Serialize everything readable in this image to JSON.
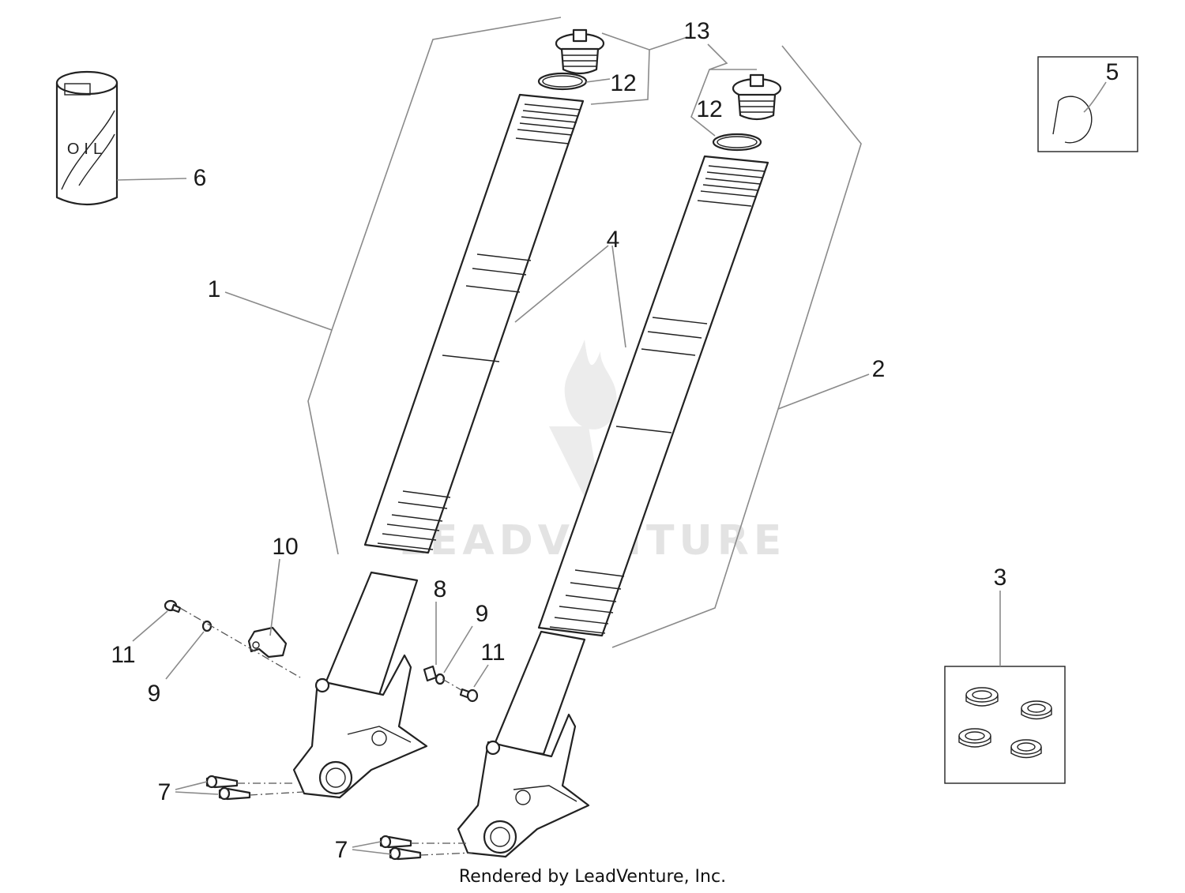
{
  "callouts": [
    {
      "id": "c1",
      "text": "1"
    },
    {
      "id": "c2",
      "text": "2"
    },
    {
      "id": "c3",
      "text": "3"
    },
    {
      "id": "c4",
      "text": "4"
    },
    {
      "id": "c5",
      "text": "5"
    },
    {
      "id": "c6",
      "text": "6"
    },
    {
      "id": "c7a",
      "text": "7"
    },
    {
      "id": "c7b",
      "text": "7"
    },
    {
      "id": "c8",
      "text": "8"
    },
    {
      "id": "c9a",
      "text": "9"
    },
    {
      "id": "c9b",
      "text": "9"
    },
    {
      "id": "c10",
      "text": "10"
    },
    {
      "id": "c11a",
      "text": "11"
    },
    {
      "id": "c11b",
      "text": "11"
    },
    {
      "id": "c12a",
      "text": "12"
    },
    {
      "id": "c12b",
      "text": "12"
    },
    {
      "id": "c13",
      "text": "13"
    }
  ],
  "oil_label": "OIL",
  "watermark": "LEADVENTURE",
  "footer": "Rendered by LeadVenture, Inc."
}
